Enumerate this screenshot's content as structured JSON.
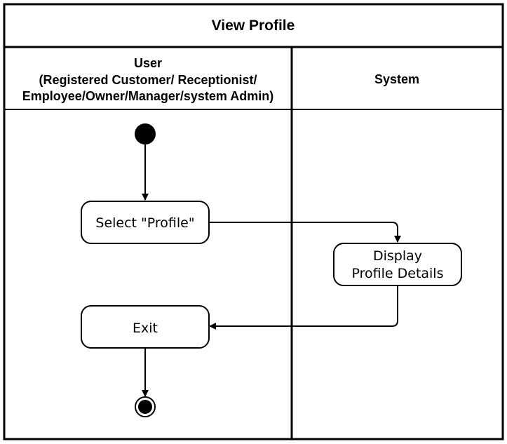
{
  "diagram": {
    "title": "View Profile",
    "lanes": {
      "user": {
        "line1": "User",
        "line2": "(Registered Customer/ Receptionist/",
        "line3": "Employee/Owner/Manager/system Admin)"
      },
      "system": {
        "label": "System"
      }
    },
    "nodes": {
      "select_profile": "Select \"Profile\"",
      "display_line1": "Display",
      "display_line2": "Profile Details",
      "exit": "Exit"
    }
  }
}
